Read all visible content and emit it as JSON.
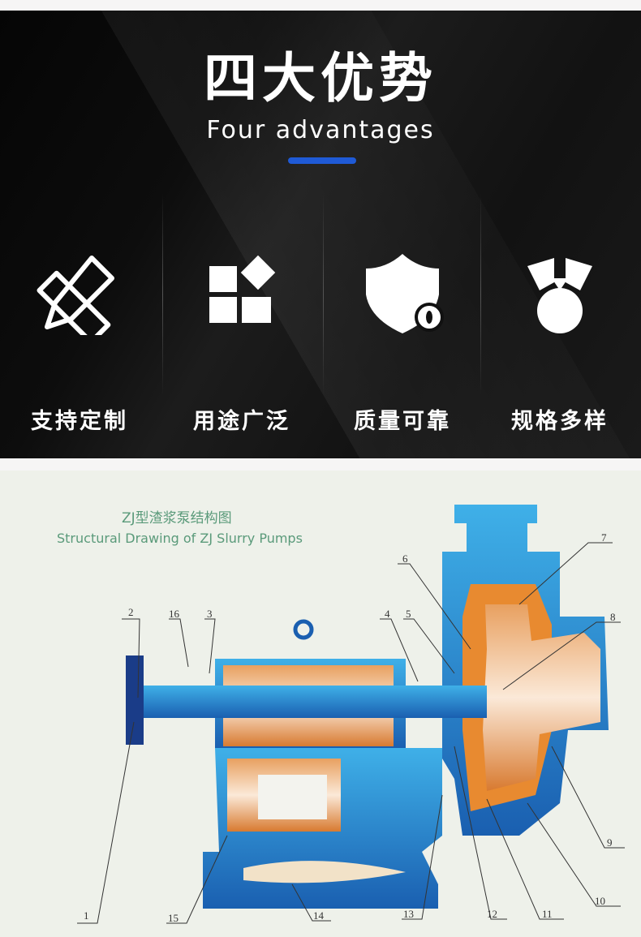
{
  "header": {
    "title": "四大优势",
    "subtitle": "Four advantages",
    "accent": "#1f5ad6"
  },
  "advantages": [
    {
      "icon": "pencil-ruler-icon",
      "label": "支持定制"
    },
    {
      "icon": "blocks-icon",
      "label": "用途广泛"
    },
    {
      "icon": "shield-icon",
      "label": "质量可靠"
    },
    {
      "icon": "medal-icon",
      "label": "规格多样"
    }
  ],
  "drawing": {
    "title_cn": "ZJ型渣浆泵结构图",
    "title_en": "Structural Drawing of ZJ Slurry Pumps",
    "labels": [
      "1",
      "2",
      "3",
      "4",
      "5",
      "6",
      "7",
      "8",
      "9",
      "10",
      "11",
      "12",
      "13",
      "14",
      "15",
      "16"
    ]
  }
}
